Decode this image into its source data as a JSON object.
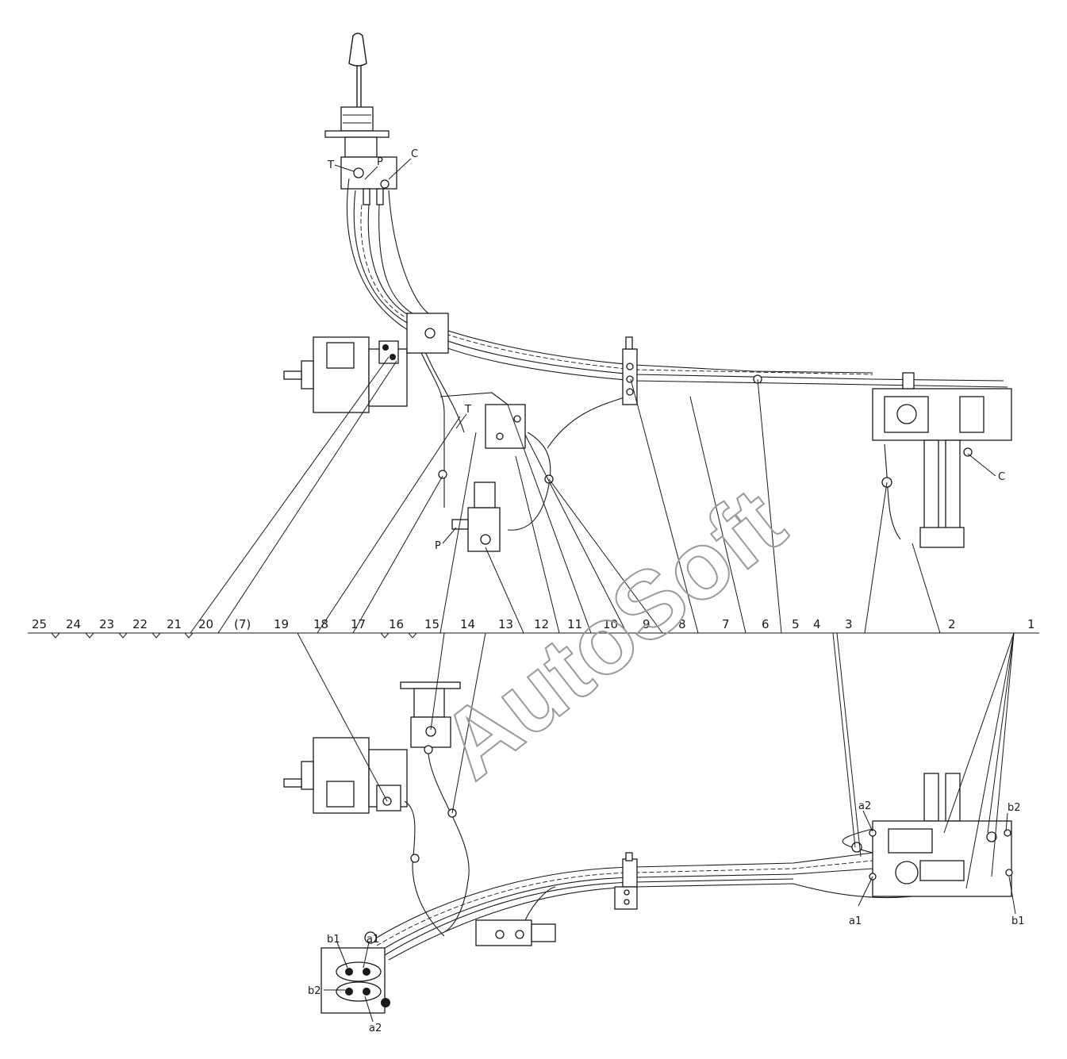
{
  "parts": {
    "n25": "25",
    "n24": "24",
    "n23": "23",
    "n22": "22",
    "n21": "21",
    "n20": "20",
    "n7ref": "(7)",
    "n19": "19",
    "n18": "18",
    "n17": "17",
    "n16": "16",
    "n15": "15",
    "n14": "14",
    "n13": "13",
    "n12": "12",
    "n11": "11",
    "n10": "10",
    "n9": "9",
    "n8": "8",
    "n7": "7",
    "n6": "6",
    "n5": "5",
    "n4": "4",
    "n3": "3",
    "n2": "2",
    "n1": "1"
  },
  "ports": {
    "T": "T",
    "P": "P",
    "C": "C",
    "a1": "a1",
    "a2": "a2",
    "b1": "b1",
    "b2": "b2"
  },
  "watermark": "AutoSoft"
}
